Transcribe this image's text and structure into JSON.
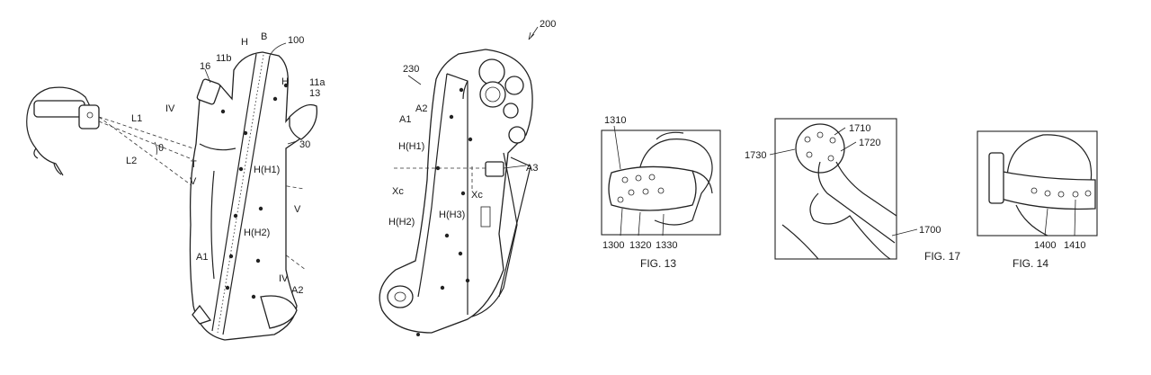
{
  "figure_left": {
    "labels": {
      "ref_100": "100",
      "B": "B",
      "H_top": "H",
      "label_11b": "11b",
      "label_16": "16",
      "H_mid": "H",
      "label_11a": "11a",
      "label_13": "13",
      "IV_top": "IV",
      "L1": "L1",
      "theta": "θ",
      "label_30": "30",
      "L2": "L2",
      "T": "T",
      "V_left": "V",
      "HH1": "H(H1)",
      "V_right": "V",
      "HH2": "H(H2)",
      "A1": "A1",
      "IV_bottom": "IV",
      "A2": "A2"
    }
  },
  "figure_middle": {
    "labels": {
      "ref_200": "200",
      "ref_230": "230",
      "A2": "A2",
      "A1": "A1",
      "HH1": "H(H1)",
      "A3": "A3",
      "Xc_left": "Xc",
      "Xc_right": "Xc",
      "HH3": "H(H3)",
      "HH2": "H(H2)"
    }
  },
  "fig13": {
    "caption": "FIG. 13",
    "labels": {
      "l1310": "1310",
      "l1300": "1300",
      "l1320": "1320",
      "l1330": "1330"
    }
  },
  "fig17": {
    "caption": "FIG. 17",
    "labels": {
      "l1710": "1710",
      "l1720": "1720",
      "l1730": "1730",
      "l1700": "1700"
    }
  },
  "fig14": {
    "caption": "FIG. 14",
    "labels": {
      "l1400": "1400",
      "l1410": "1410"
    }
  }
}
